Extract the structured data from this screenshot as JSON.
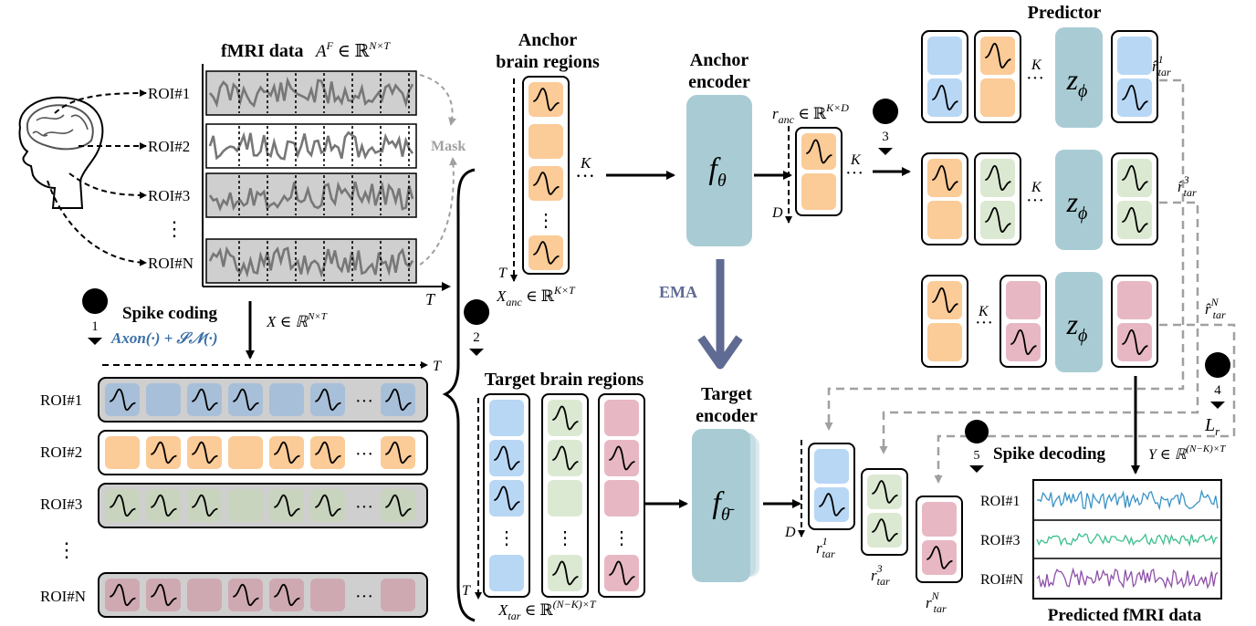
{
  "fmri": {
    "title": "fMRI data",
    "formula": "A",
    "formula_sup": "F",
    "formula_rest": " ∈ ℝ",
    "formula_space": "N×T",
    "rois": [
      "ROI#1",
      "ROI#2",
      "ROI#3",
      "ROI#N"
    ],
    "mask_label": "Mask",
    "t_label": "T"
  },
  "spike_coding": {
    "step": "1",
    "label": "Spike coding",
    "formula": "Axon(·) + 𝒮𝒩(·)",
    "x_label": "X ∈ ℝ",
    "x_space": "N×T",
    "t_label": "T",
    "rois": [
      "ROI#1",
      "ROI#2",
      "ROI#3",
      "ROI#N"
    ],
    "rows": [
      {
        "color": "blue",
        "cells": [
          "s",
          "e",
          "s",
          "s",
          "e",
          "s",
          "…",
          "s"
        ]
      },
      {
        "color": "orange",
        "cells": [
          "e",
          "s",
          "s",
          "e",
          "s",
          "s",
          "…",
          "s"
        ]
      },
      {
        "color": "green",
        "cells": [
          "s",
          "s",
          "s",
          "e",
          "s",
          "s",
          "…",
          "s"
        ]
      },
      {
        "color": "pink",
        "cells": [
          "s",
          "s",
          "e",
          "s",
          "s",
          "e",
          "…",
          "e"
        ]
      }
    ]
  },
  "step2": "2",
  "anchor": {
    "title_line1": "Anchor",
    "title_line2": "brain regions",
    "k_label": "K",
    "t_label": "T",
    "x_label": "X",
    "x_sub": "anc",
    "x_rest": " ∈ ℝ",
    "x_space": "K×T",
    "cells": [
      "s",
      "e",
      "s",
      "v",
      "s"
    ]
  },
  "anchor_encoder": {
    "title_line1": "Anchor",
    "title_line2": "encoder",
    "symbol": "f",
    "symbol_sub": "θ"
  },
  "ema_label": "EMA",
  "r_anc": {
    "label": "r",
    "sub": "anc",
    "rest": " ∈ ℝ",
    "space": "K×D",
    "d_label": "D",
    "k_label": "K",
    "cells": [
      "s",
      "e"
    ]
  },
  "predictor": {
    "title": "Predictor",
    "step": "3",
    "symbol": "z",
    "symbol_sub": "ϕ",
    "k_label": "K",
    "outputs": [
      {
        "label": "r̂",
        "sub": "tar",
        "sup": "1"
      },
      {
        "label": "r̂",
        "sub": "tar",
        "sup": "3"
      },
      {
        "label": "r̂",
        "sub": "tar",
        "sup": "N"
      }
    ]
  },
  "target": {
    "title": "Target brain regions",
    "t_label": "T",
    "x_label": "X",
    "x_sub": "tar",
    "x_rest": " ∈ ℝ",
    "x_space": "(N−K)×T"
  },
  "target_encoder": {
    "title_line1": "Target",
    "title_line2": "encoder",
    "symbol": "f",
    "symbol_sub": "θ̄"
  },
  "r_tar": {
    "d_label": "D",
    "labels": [
      {
        "label": "r",
        "sub": "tar",
        "sup": "1"
      },
      {
        "label": "r",
        "sub": "tar",
        "sup": "3"
      },
      {
        "label": "r",
        "sub": "tar",
        "sup": "N"
      }
    ]
  },
  "loss": {
    "step": "4",
    "label": "L",
    "sub": "r"
  },
  "spike_decoding": {
    "step": "5",
    "label": "Spike decoding",
    "y_label": "Y ∈ ℝ",
    "y_space": "(N−K)×T",
    "rois": [
      "ROI#1",
      "ROI#3",
      "ROI#N"
    ],
    "caption": "Predicted fMRI data"
  },
  "colors": {
    "blue": "#b7d7f5",
    "blue_dark": "#a8bfd9",
    "orange": "#fbcb98",
    "green": "#dce9d2",
    "green_dark": "#c8d4bd",
    "pink": "#e7b8c3",
    "pink_dark": "#cfa9b2",
    "encoder": "#a9ccd4",
    "ema_arrow": "#5f6b93",
    "gray_box": "#cfcfcf",
    "dashed_gray": "#a0a0a0",
    "signal_blue": "#3a93c8",
    "signal_green": "#3cbf8d",
    "signal_purple": "#8e4fa8"
  }
}
